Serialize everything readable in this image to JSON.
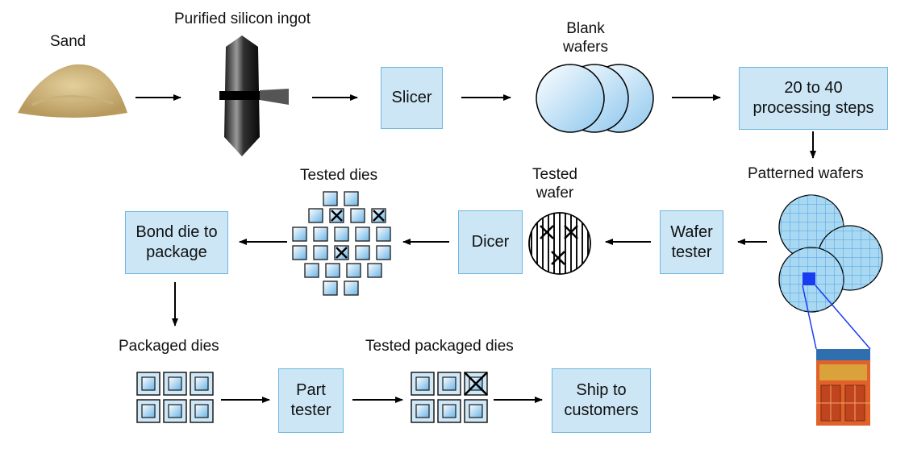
{
  "labels": {
    "sand": "Sand",
    "ingot": "Purified silicon ingot",
    "blank_wafers": "Blank\nwafers",
    "patterned_wafers": "Patterned wafers",
    "tested_wafer": "Tested\nwafer",
    "tested_dies": "Tested dies",
    "packaged_dies": "Packaged dies",
    "tested_packaged_dies": "Tested packaged dies"
  },
  "boxes": {
    "slicer": "Slicer",
    "processing": "20 to 40\nprocessing steps",
    "wafer_tester": "Wafer\ntester",
    "dicer": "Dicer",
    "bond": "Bond die to\npackage",
    "part_tester": "Part\ntester",
    "ship": "Ship to\ncustomers"
  },
  "colors": {
    "box_fill": "#cce6f6",
    "box_border": "#6fb6e0",
    "wafer_fill": "#a8d8f2",
    "grid_line": "#5aa8e0",
    "die_highlight": "#1a3cf0",
    "chip_orange": "#e0622a"
  },
  "icons": [
    "sand-pile-icon",
    "ingot-icon",
    "blank-wafers-icon",
    "patterned-wafers-icon",
    "tested-wafer-icon",
    "tested-dies-icon",
    "packaged-dies-icon",
    "tested-packaged-dies-icon",
    "chip-die-icon"
  ]
}
